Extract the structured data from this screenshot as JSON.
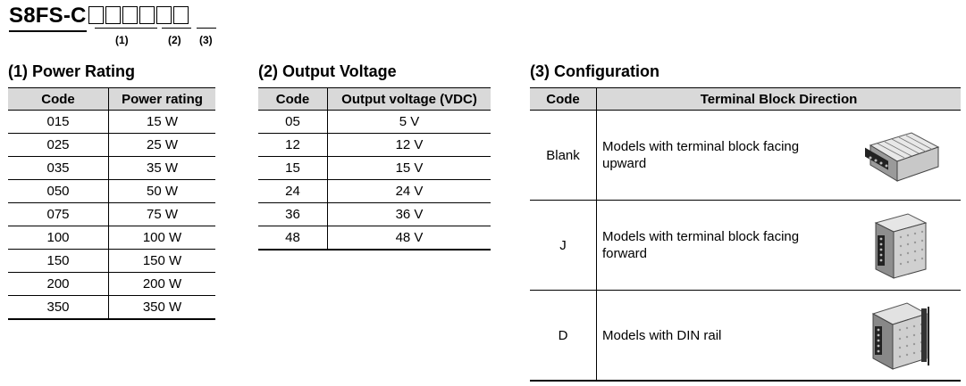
{
  "model": {
    "prefix": "S8FS-C",
    "box_count": 6,
    "segments": [
      "(1)",
      "(2)",
      "(3)"
    ]
  },
  "power_rating": {
    "title": "(1) Power Rating",
    "headers": [
      "Code",
      "Power rating"
    ],
    "rows": [
      [
        "015",
        "15 W"
      ],
      [
        "025",
        "25 W"
      ],
      [
        "035",
        "35 W"
      ],
      [
        "050",
        "50 W"
      ],
      [
        "075",
        "75 W"
      ],
      [
        "100",
        "100 W"
      ],
      [
        "150",
        "150 W"
      ],
      [
        "200",
        "200 W"
      ],
      [
        "350",
        "350 W"
      ]
    ]
  },
  "output_voltage": {
    "title": "(2) Output Voltage",
    "headers": [
      "Code",
      "Output voltage (VDC)"
    ],
    "rows": [
      [
        "05",
        "5 V"
      ],
      [
        "12",
        "12 V"
      ],
      [
        "15",
        "15 V"
      ],
      [
        "24",
        "24 V"
      ],
      [
        "36",
        "36 V"
      ],
      [
        "48",
        "48 V"
      ]
    ]
  },
  "configuration": {
    "title": "(3) Configuration",
    "headers": [
      "Code",
      "Terminal Block Direction"
    ],
    "rows": [
      {
        "code": "Blank",
        "desc": "Models with terminal block facing upward",
        "image": "power-supply-upward-image"
      },
      {
        "code": "J",
        "desc": "Models with terminal block facing forward",
        "image": "power-supply-forward-image"
      },
      {
        "code": "D",
        "desc": "Models with DIN rail",
        "image": "power-supply-din-rail-image"
      }
    ]
  },
  "colors": {
    "header_bg": "#d9d9d9",
    "rule": "#000000"
  }
}
